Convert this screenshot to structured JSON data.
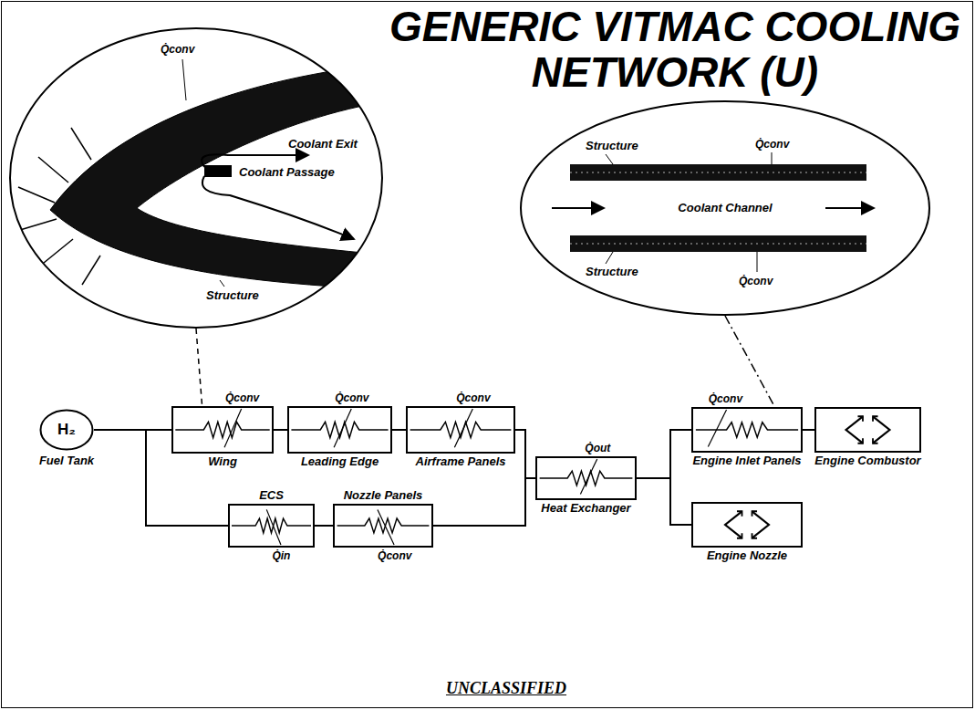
{
  "diagram": {
    "title": "GENERIC VITMAC COOLING NETWORK (U)",
    "caption": "UNCLASSIFIED",
    "nodes": [
      {
        "text": [
          "Q̇conv",
          "Coolant Exit",
          "Coolant Passage",
          "Structure"
        ]
      },
      {
        "text": [
          "Structure",
          "Q̇conv",
          "Coolant Channel",
          "Structure",
          "Q̇conv"
        ]
      },
      {
        "text": [
          "H₂",
          "Fuel Tank"
        ]
      },
      {
        "text": [
          "Q̇conv",
          "Wing"
        ]
      },
      {
        "text": [
          "Q̇conv",
          "Leading Edge"
        ]
      },
      {
        "text": [
          "Q̇conv",
          "Airframe Panels"
        ]
      },
      {
        "text": [
          "ECS",
          "Q̇in"
        ]
      },
      {
        "text": [
          "Nozzle Panels",
          "Q̇conv"
        ]
      },
      {
        "text": [
          "Q̇out",
          "Heat Exchanger"
        ]
      },
      {
        "text": [
          "Q̇conv",
          "Engine Inlet Panels"
        ]
      },
      {
        "text": [
          "Engine Combustor"
        ]
      },
      {
        "text": [
          "Engine Nozzle"
        ]
      }
    ],
    "edges": [
      {
        "from": 0,
        "to": 3,
        "arrow": "none"
      },
      {
        "from": 1,
        "to": 9,
        "arrow": "none"
      },
      {
        "from": 2,
        "to": 3,
        "arrow": "none"
      },
      {
        "from": 3,
        "to": 4,
        "arrow": "none"
      },
      {
        "from": 4,
        "to": 5,
        "arrow": "none"
      },
      {
        "from": 2,
        "to": 6,
        "arrow": "none"
      },
      {
        "from": 6,
        "to": 7,
        "arrow": "none"
      },
      {
        "from": 5,
        "to": 8,
        "arrow": "none"
      },
      {
        "from": 7,
        "to": 8,
        "arrow": "none"
      },
      {
        "from": 8,
        "to": 9,
        "arrow": "none"
      },
      {
        "from": 8,
        "to": 11,
        "arrow": "none"
      },
      {
        "from": 9,
        "to": 10,
        "arrow": "none"
      }
    ]
  }
}
